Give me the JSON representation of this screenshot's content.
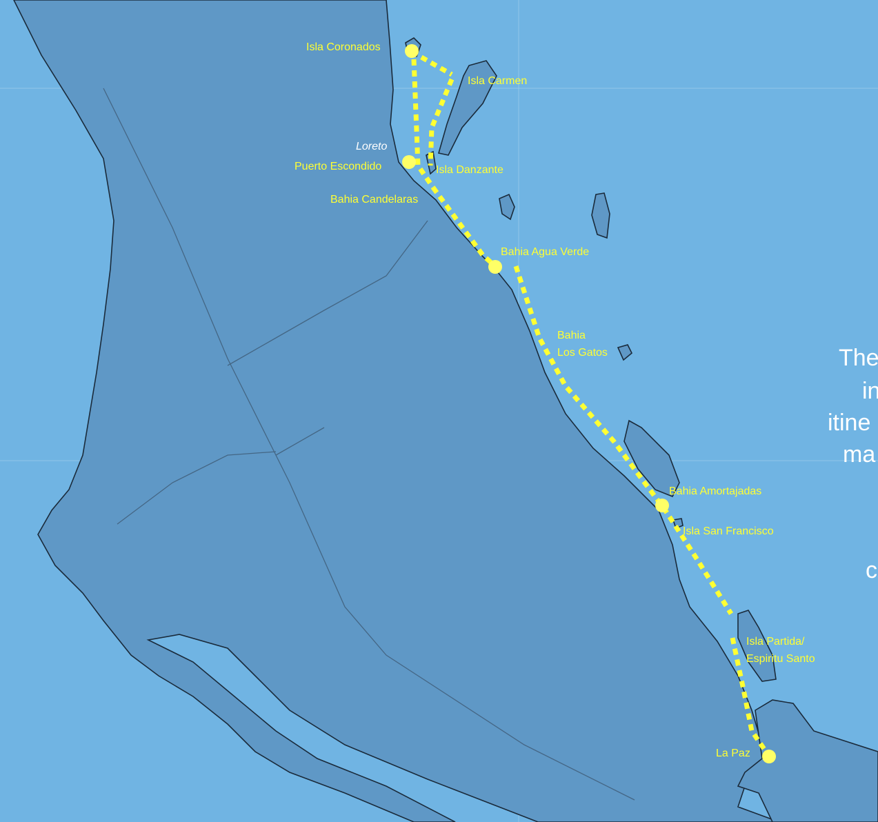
{
  "colors": {
    "sea": "#70b4e3",
    "land": "#5f98c6",
    "coast": "#1a2a3a",
    "route": "#ffff33",
    "stop": "#ffff66",
    "label": "#ffff33",
    "town": "#ffffff"
  },
  "labels": {
    "isla_coronados": "Isla Coronados",
    "isla_carmen": "Isla Carmen",
    "loreto": "Loreto",
    "puerto_escondido": "Puerto Escondido",
    "isla_danzante": "Isla Danzante",
    "bahia_candelaras": "Bahia Candelaras",
    "bahia_agua_verde": "Bahia Agua Verde",
    "bahia_los_gatos_1": "Bahia",
    "bahia_los_gatos_2": "Los Gatos",
    "bahia_amortajadas": "Bahia Amortajadas",
    "isla_san_francisco": "Isla San Francisco",
    "isla_partida_1": "Isla Partida/",
    "isla_partida_2": "Espiritu Santo",
    "la_paz": "La Paz"
  },
  "side_text": [
    "The",
    "in",
    "itine",
    "ma",
    "c"
  ]
}
